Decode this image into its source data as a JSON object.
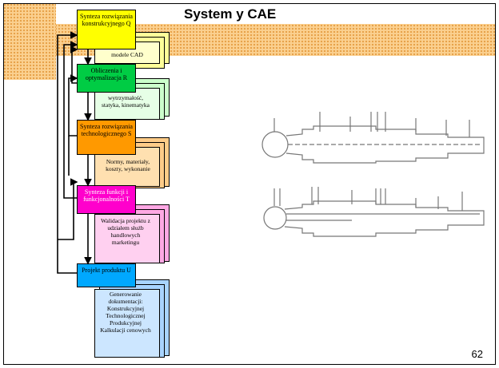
{
  "title": "System y CAE",
  "page_number": "62",
  "colors": {
    "stripe": "#fbd08f",
    "box_q": "#ffff00",
    "box_r": "#00cc44",
    "box_s": "#ff9900",
    "box_t": "#ff00cc",
    "box_u": "#00a8ff",
    "ribbon_q": "#ffff99",
    "ribbon_r": "#ccffcc",
    "ribbon_s": "#ffcc88",
    "ribbon_t": "#ffa8e4",
    "ribbon_u": "#a8d4ff"
  },
  "boxes": [
    {
      "id": "Q",
      "label": "Synteza rozwiązania konstrukcyjnego Q",
      "note": "modele CAD"
    },
    {
      "id": "R",
      "label": "Obliczenia i optymalizacja R",
      "note": "wytrzymałość, statyka, kinematyka"
    },
    {
      "id": "S",
      "label": "Synteza rozwiązania technologicznego S",
      "note": "Normy, materiały, koszty, wykonanie"
    },
    {
      "id": "T",
      "label": "Synteza funkcji i funkcjonalności T",
      "note": "Walidacja projektu z udziałem służb handlowych marketingu"
    },
    {
      "id": "U",
      "label": "Projekt produktu U",
      "note": "Generowanie dokumentacji: Konstrukcyjnej Technologicznej Produkcyjnej Kalkulacji cenowych"
    }
  ]
}
